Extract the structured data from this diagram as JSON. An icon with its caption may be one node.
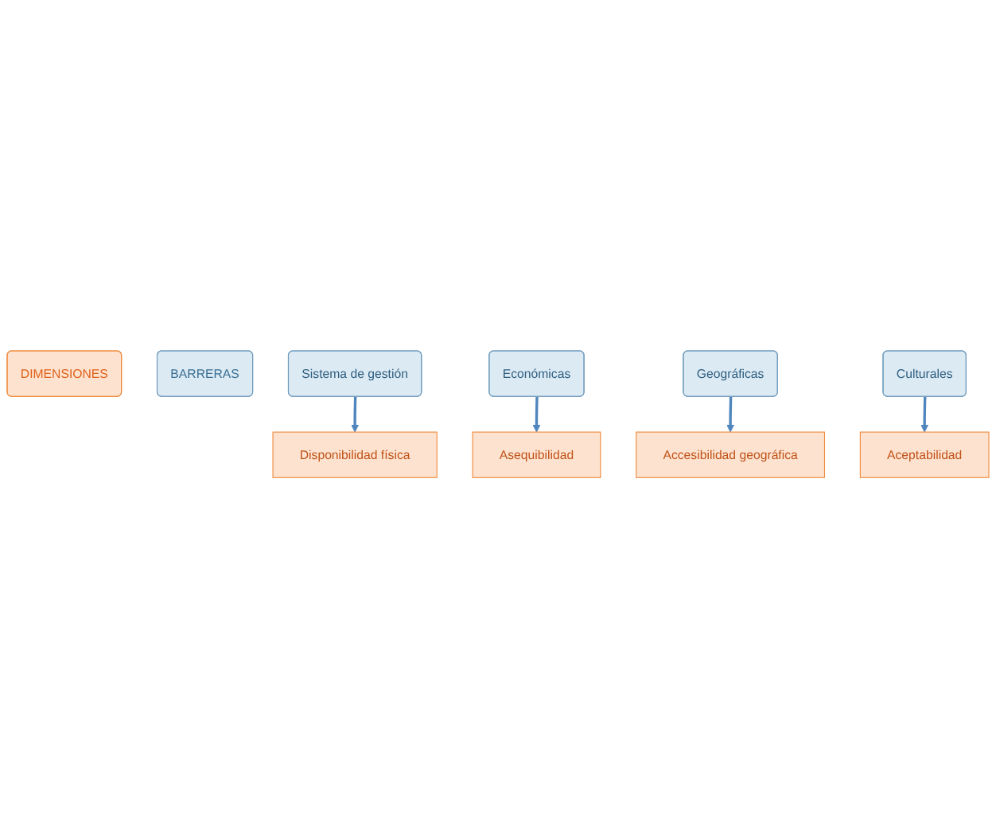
{
  "diagram": {
    "nodes": [
      {
        "text": [
          "DIMENSIONES"
        ]
      },
      {
        "text": [
          "BARRERAS"
        ]
      },
      {
        "text": [
          "Sistema de gestión"
        ]
      },
      {
        "text": [
          "Disponibilidad física"
        ]
      },
      {
        "text": [
          "Económicas"
        ]
      },
      {
        "text": [
          "Asequibilidad"
        ]
      },
      {
        "text": [
          "Geográficas"
        ]
      },
      {
        "text": [
          "Accesibilidad geográfica"
        ]
      },
      {
        "text": [
          "Culturales"
        ]
      },
      {
        "text": [
          "Aceptabilidad"
        ]
      }
    ],
    "edges": [
      {
        "from": 2,
        "to": 3,
        "arrow": "to"
      },
      {
        "from": 4,
        "to": 5,
        "arrow": "to"
      },
      {
        "from": 6,
        "to": 7,
        "arrow": "to"
      },
      {
        "from": 8,
        "to": 9,
        "arrow": "to"
      }
    ]
  }
}
